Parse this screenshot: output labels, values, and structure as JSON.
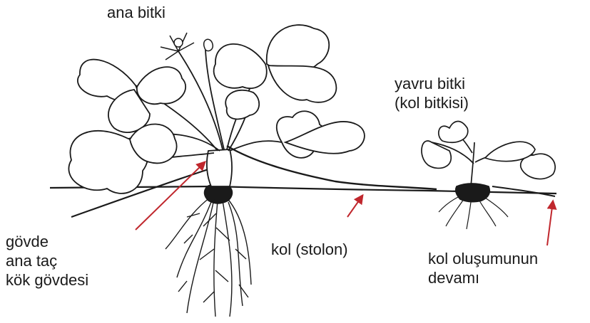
{
  "labels": {
    "mother_plant": "ana bitki",
    "daughter_plant": [
      "yavru bitki",
      "(kol bitkisi)"
    ],
    "crown": [
      "gövde",
      "ana taç",
      "kök gövdesi"
    ],
    "stolon": "kol (stolon)",
    "continuation": [
      "kol oluşumunun",
      "devamı"
    ]
  },
  "colors": {
    "line": "#1a1a1a",
    "arrow": "#c0272d",
    "background": "#ffffff"
  }
}
